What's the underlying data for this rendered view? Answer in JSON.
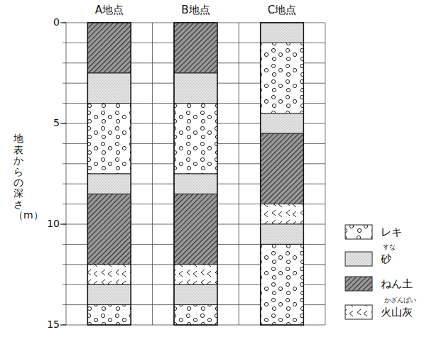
{
  "diagram": {
    "labels": [
      "A地点",
      "B地点",
      "C地点",
      "0",
      "5",
      "10",
      "15",
      "地表からの深さ（m）",
      "すな",
      "かざんばい"
    ],
    "legend": [
      {
        "text": "レキ"
      },
      {
        "text": "砂"
      },
      {
        "text": "ねん土"
      },
      {
        "text": "火山灰"
      }
    ]
  }
}
